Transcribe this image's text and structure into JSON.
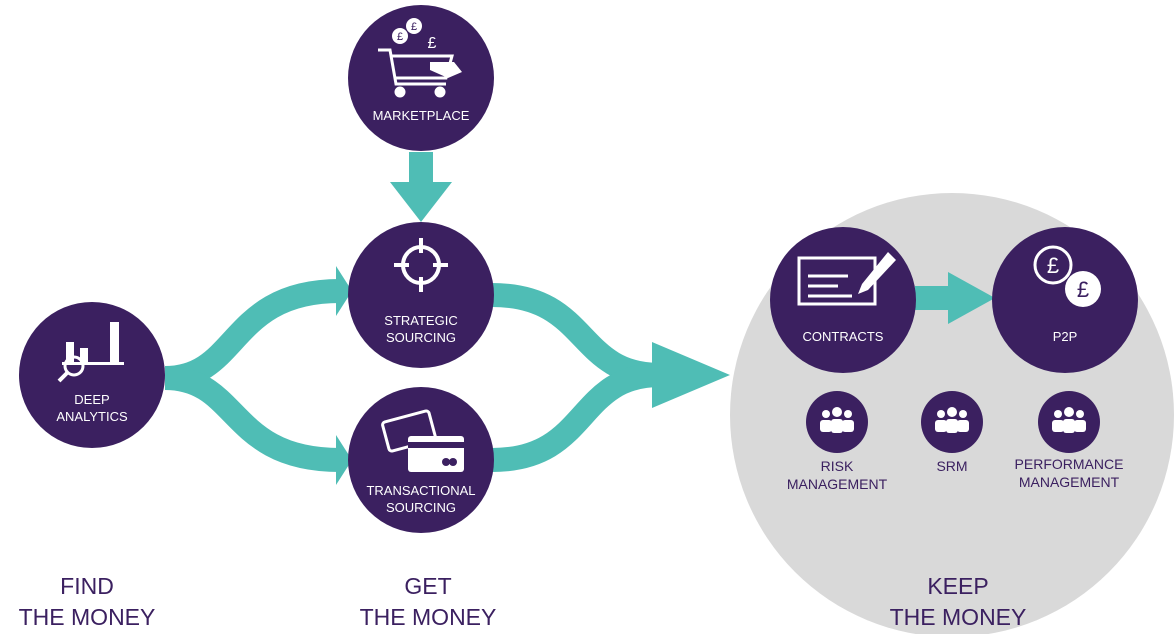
{
  "nodes": {
    "marketplace": "MARKETPLACE",
    "strategic_sourcing": [
      "STRATEGIC",
      "SOURCING"
    ],
    "transactional_sourcing": [
      "TRANSACTIONAL",
      "SOURCING"
    ],
    "deep_analytics": [
      "DEEP",
      "ANALYTICS"
    ],
    "contracts": "CONTRACTS",
    "p2p": "P2P"
  },
  "sub_items": {
    "risk": [
      "RISK",
      "MANAGEMENT"
    ],
    "srm": "SRM",
    "performance": [
      "PERFORMANCE",
      "MANAGEMENT"
    ]
  },
  "stages": {
    "find": [
      "FIND",
      "THE MONEY"
    ],
    "get": [
      "GET",
      "THE MONEY"
    ],
    "keep": [
      "KEEP",
      "THE MONEY"
    ]
  },
  "colors": {
    "circle": "#3b2060",
    "arrow": "#4fbdb5",
    "zone": "#d9d9d9",
    "text_dark": "#3b2060"
  },
  "icons": {
    "marketplace": "cart-with-pound-coins-icon",
    "strategic_sourcing": "crosshair-icon",
    "transactional_sourcing": "credit-cards-icon",
    "deep_analytics": "bar-chart-magnifier-icon",
    "contracts": "contract-with-pen-icon",
    "p2p": "pound-coins-icon",
    "risk": "people-group-icon",
    "srm": "people-group-icon",
    "performance": "people-group-icon"
  }
}
